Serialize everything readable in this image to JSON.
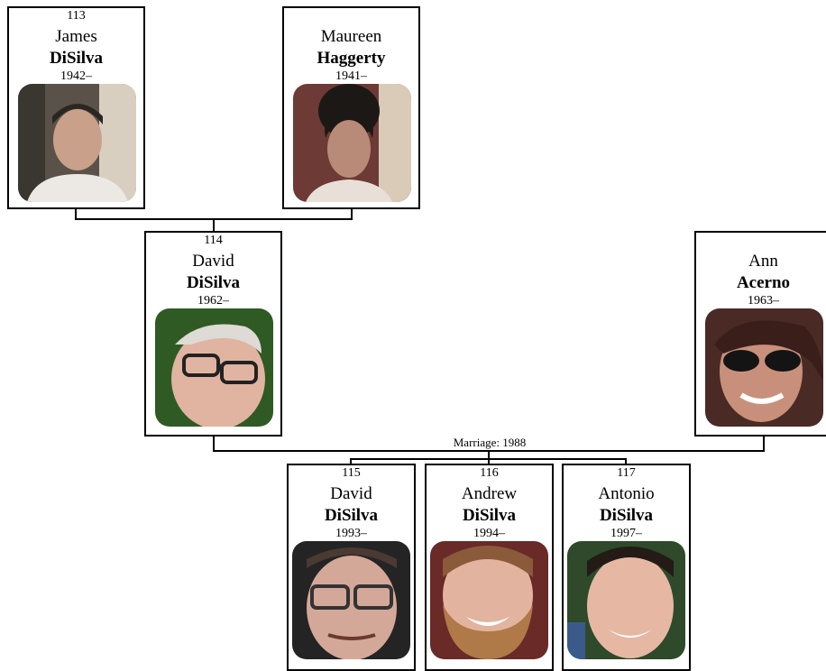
{
  "people": {
    "james": {
      "number": "113",
      "given": "James",
      "surname": "DiSilva",
      "years": "1942–",
      "photo_icon": "portrait-photo"
    },
    "maureen": {
      "number": "",
      "given": "Maureen",
      "surname": "Haggerty",
      "years": "1941–",
      "photo_icon": "portrait-photo"
    },
    "david_sr": {
      "number": "114",
      "given": "David",
      "surname": "DiSilva",
      "years": "1962–",
      "photo_icon": "portrait-photo"
    },
    "ann": {
      "number": "",
      "given": "Ann",
      "surname": "Acerno",
      "years": "1963–",
      "photo_icon": "portrait-photo"
    },
    "david_jr": {
      "number": "115",
      "given": "David",
      "surname": "DiSilva",
      "years": "1993–",
      "photo_icon": "portrait-photo"
    },
    "andrew": {
      "number": "116",
      "given": "Andrew",
      "surname": "DiSilva",
      "years": "1994–",
      "photo_icon": "portrait-photo"
    },
    "antonio": {
      "number": "117",
      "given": "Antonio",
      "surname": "DiSilva",
      "years": "1997–",
      "photo_icon": "portrait-photo"
    }
  },
  "marriages": {
    "david_ann": {
      "label": "Marriage: 1988"
    }
  },
  "colors": {
    "line": "#000000",
    "box_border": "#000000",
    "background": "#ffffff"
  }
}
